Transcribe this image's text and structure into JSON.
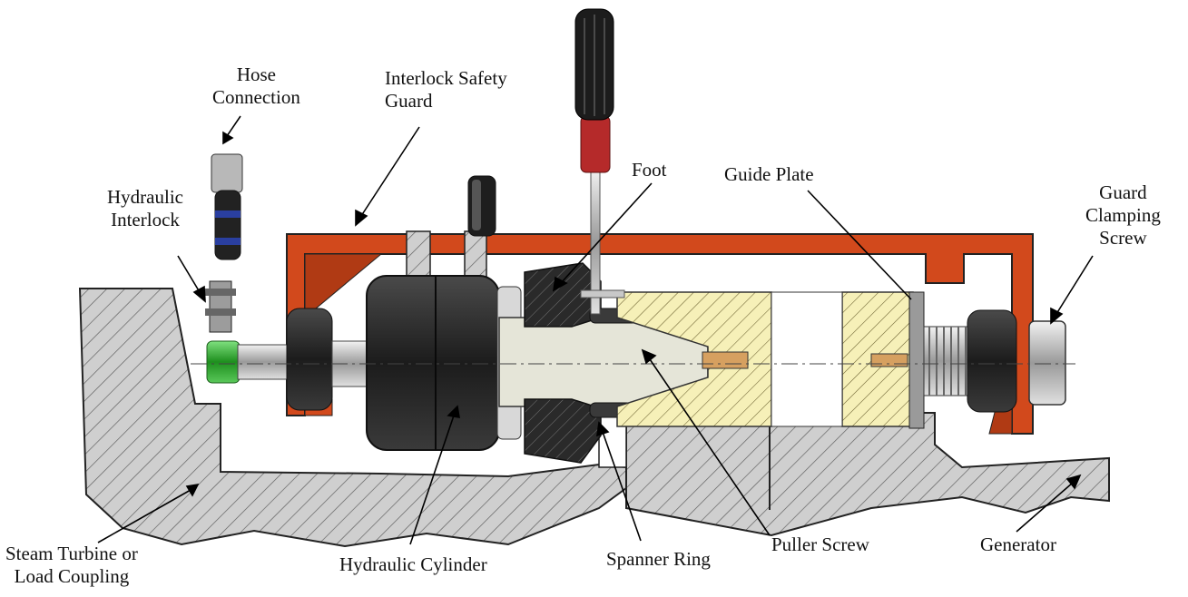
{
  "labels": {
    "hose_connection": [
      "Hose",
      "Connection"
    ],
    "interlock_safety_guard": [
      "Interlock Safety",
      "Guard"
    ],
    "foot": "Foot",
    "guide_plate": "Guide Plate",
    "guard_clamping_screw": [
      "Guard",
      "Clamping",
      "Screw"
    ],
    "hydraulic_interlock": [
      "Hydraulic",
      "Interlock"
    ],
    "steam_turbine": [
      "Steam Turbine or",
      "Load Coupling"
    ],
    "hydraulic_cylinder": "Hydraulic Cylinder",
    "spanner_ring": "Spanner Ring",
    "puller_screw": "Puller Screw",
    "generator": "Generator"
  },
  "colors": {
    "guard_orange": "#D2491C",
    "casing_gray": "#C8C8C8",
    "cylinder_black": "#262626",
    "screw_yellow": "#F6F0B8",
    "quick_coupler_green": "#2EA32E",
    "hose_blue": "#2A3FA0",
    "handle_red": "#B52A2A"
  }
}
